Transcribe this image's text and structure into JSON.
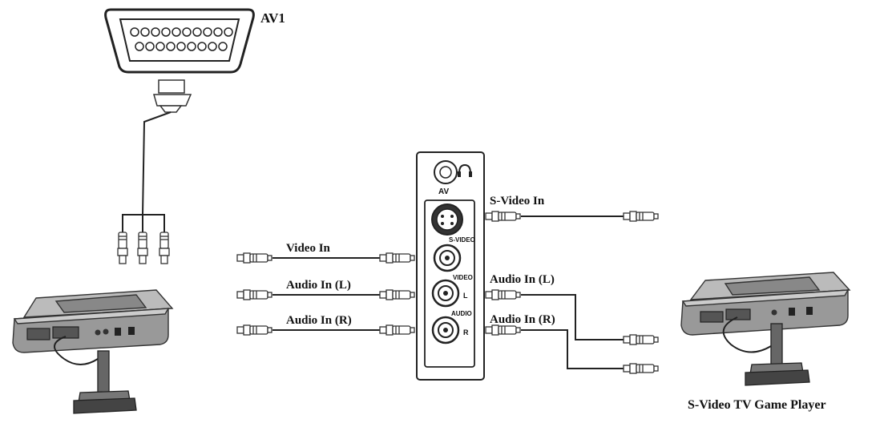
{
  "labels": {
    "av1": "AV1",
    "video_in": "Video In",
    "audio_in_l_left": "Audio In (L)",
    "audio_in_r_left": "Audio In (R)",
    "s_video_in": "S-Video In",
    "audio_in_l_right": "Audio In (L)",
    "audio_in_r_right": "Audio In (R)",
    "device_caption": "S-Video TV Game Player"
  },
  "panel": {
    "av": "AV",
    "s_video": "S-VIDEO",
    "video": "VIDEO",
    "l": "L",
    "audio": "AUDIO",
    "r": "R"
  },
  "icons": [
    "scart-connector-icon",
    "rca-plug-icon",
    "headphone-icon",
    "game-console-icon",
    "joystick-icon"
  ]
}
